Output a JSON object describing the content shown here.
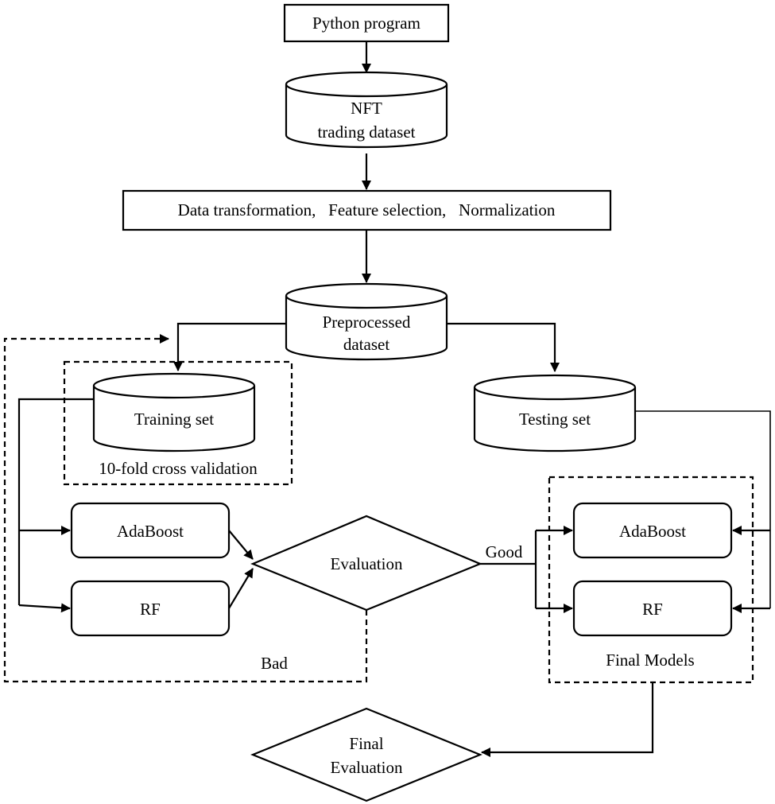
{
  "nodes": {
    "python_program": "Python program",
    "nft_dataset_line1": "NFT",
    "nft_dataset_line2": "trading dataset",
    "preprocessing": "Data transformation,   Feature selection,   Normalization",
    "preprocessed_line1": "Preprocessed",
    "preprocessed_line2": "dataset",
    "training_set": "Training set",
    "cross_validation": "10-fold cross validation",
    "testing_set": "Testing set",
    "adaboost_left": "AdaBoost",
    "rf_left": "RF",
    "evaluation": "Evaluation",
    "adaboost_final": "AdaBoost",
    "rf_final": "RF",
    "final_models": "Final Models",
    "final_eval_line1": "Final",
    "final_eval_line2": "Evaluation"
  },
  "edges": {
    "good": "Good",
    "bad": "Bad"
  }
}
